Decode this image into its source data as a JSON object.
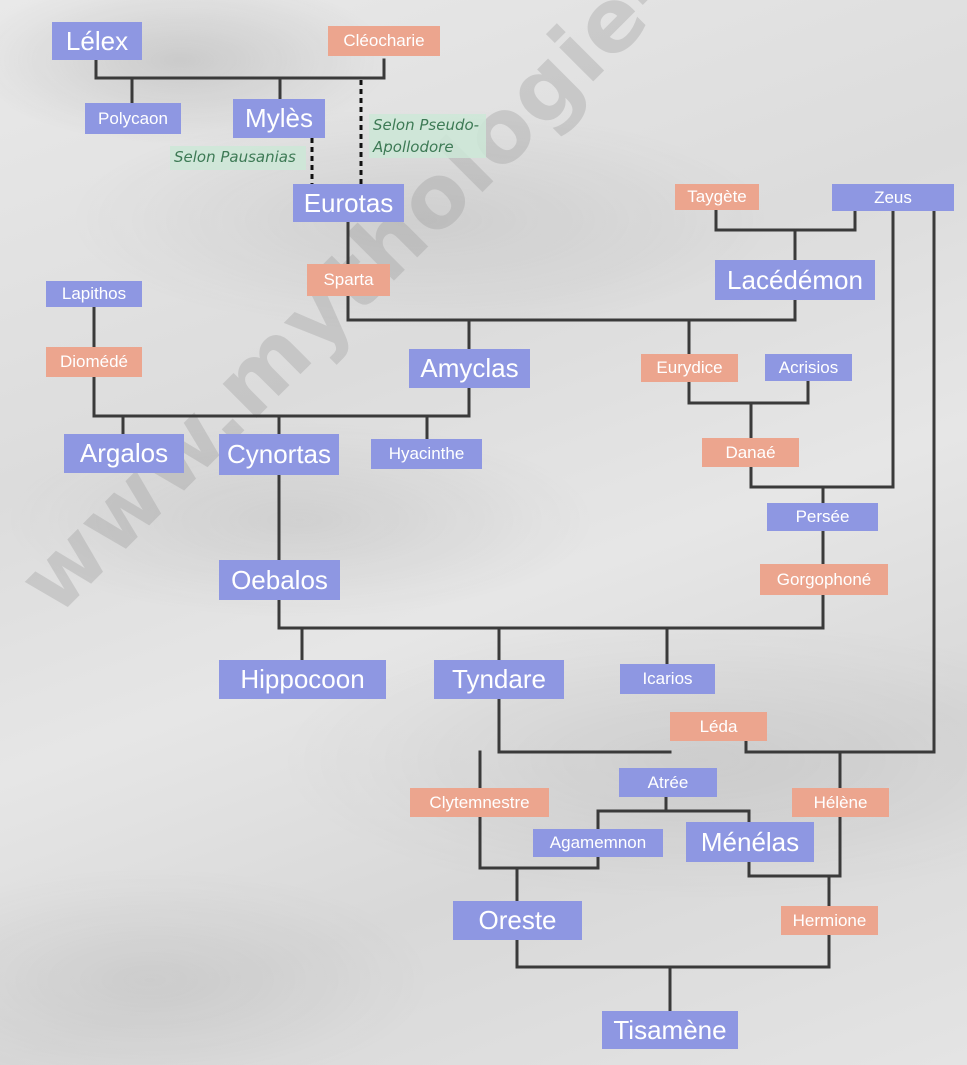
{
  "watermark": "www.mythologie-grecque.fr",
  "colors": {
    "male": "#8e97e2",
    "female": "#eca58e",
    "line": "#3a3a3a"
  },
  "notes": {
    "pausanias": "Selon Pausanias",
    "pseudo_apollodore": "Selon Pseudo-\nApollodore"
  },
  "nodes": {
    "lelex": "Lélex",
    "cleocharie": "Cléocharie",
    "polycaon": "Polycaon",
    "myles": "Mylès",
    "eurotas": "Eurotas",
    "sparta": "Sparta",
    "taygete": "Taygète",
    "zeus": "Zeus",
    "lacedemon": "Lacédémon",
    "lapithos": "Lapithos",
    "diomede": "Diomédé",
    "amyclas": "Amyclas",
    "eurydice": "Eurydice",
    "acrisios": "Acrisios",
    "argalos": "Argalos",
    "cynortas": "Cynortas",
    "hyacinthe": "Hyacinthe",
    "danae": "Danaé",
    "persee": "Persée",
    "oebalos": "Oebalos",
    "gorgophone": "Gorgophoné",
    "hippocoon": "Hippocoon",
    "tyndare": "Tyndare",
    "icarios": "Icarios",
    "leda": "Léda",
    "atree": "Atrée",
    "clytemnestre": "Clytemnestre",
    "helene": "Hélène",
    "agamemnon": "Agamemnon",
    "menelas": "Ménélas",
    "oreste": "Oreste",
    "hermione": "Hermione",
    "tisamene": "Tisamène"
  }
}
